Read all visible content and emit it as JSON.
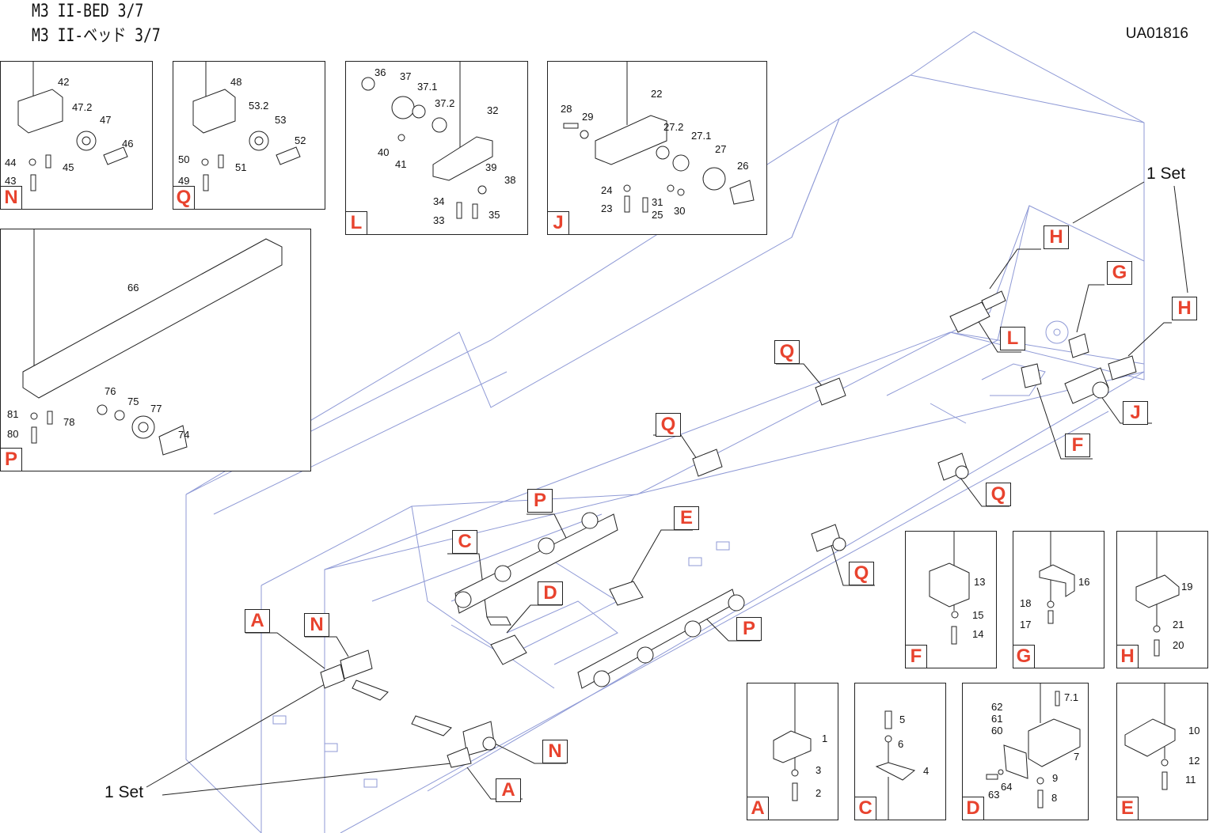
{
  "header": {
    "title_en": "M3 II-BED  3/7",
    "title_jp": "M3 II-ベッド  3/7",
    "code": "UA01816"
  },
  "set_labels": [
    "1 Set",
    "1 Set"
  ],
  "colors": {
    "callout_text": "#e8432e",
    "frame_lines": "#8f9ad6",
    "ink": "#222222"
  },
  "detail_boxes": [
    {
      "id": "N",
      "parts": [
        "42",
        "47.2",
        "47",
        "46",
        "44",
        "45",
        "43"
      ]
    },
    {
      "id": "Q",
      "parts": [
        "48",
        "53.2",
        "53",
        "52",
        "50",
        "51",
        "49"
      ]
    },
    {
      "id": "L",
      "parts": [
        "36",
        "37",
        "37.1",
        "37.2",
        "32",
        "40",
        "41",
        "39",
        "38",
        "34",
        "33",
        "35"
      ]
    },
    {
      "id": "J",
      "parts": [
        "22",
        "28",
        "29",
        "27.2",
        "27.1",
        "27",
        "26",
        "24",
        "23",
        "25",
        "31",
        "30"
      ]
    },
    {
      "id": "P",
      "parts": [
        "66",
        "76",
        "75",
        "77",
        "74",
        "81",
        "78",
        "80"
      ]
    },
    {
      "id": "F",
      "parts": [
        "13",
        "15",
        "14"
      ]
    },
    {
      "id": "G",
      "parts": [
        "16",
        "18",
        "17"
      ]
    },
    {
      "id": "H",
      "parts": [
        "19",
        "21",
        "20"
      ]
    },
    {
      "id": "A",
      "parts": [
        "1",
        "3",
        "2"
      ]
    },
    {
      "id": "C",
      "parts": [
        "5",
        "6",
        "4"
      ]
    },
    {
      "id": "D",
      "parts": [
        "7.1",
        "62",
        "61",
        "60",
        "7",
        "64",
        "9",
        "63",
        "8"
      ]
    },
    {
      "id": "E",
      "parts": [
        "10",
        "12",
        "11"
      ]
    }
  ],
  "callouts": [
    "H",
    "G",
    "H",
    "L",
    "Q",
    "J",
    "F",
    "Q",
    "Q",
    "Q",
    "P",
    "E",
    "C",
    "D",
    "P",
    "A",
    "N",
    "N",
    "A"
  ]
}
